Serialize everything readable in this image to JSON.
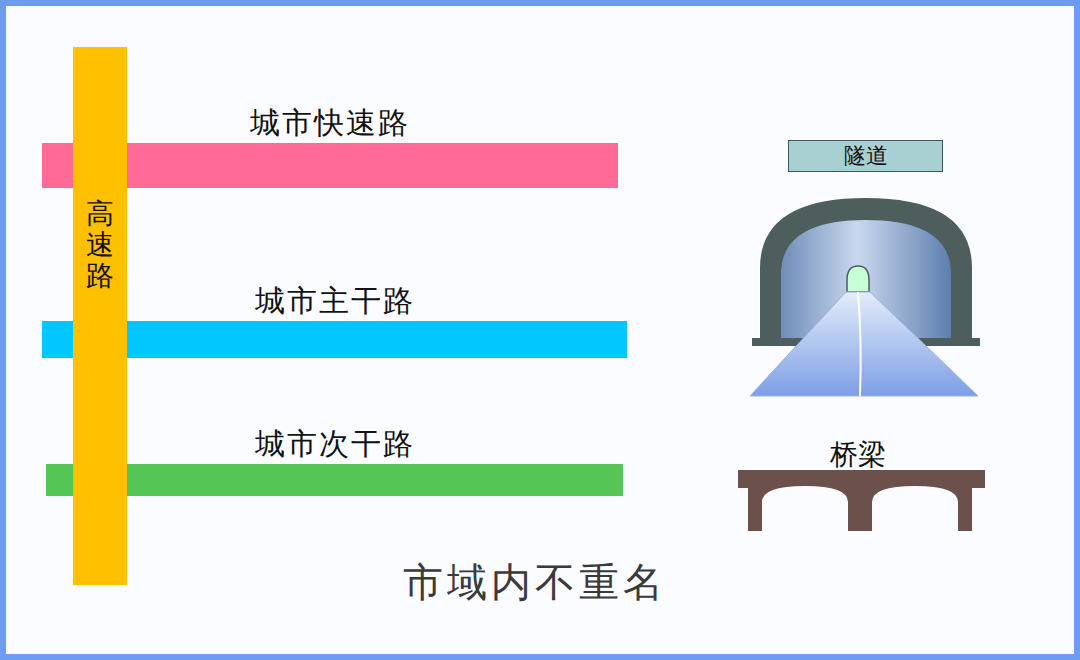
{
  "diagram": {
    "caption": "市域内不重名",
    "nodes": [
      {
        "text": [
          "高速路"
        ]
      },
      {
        "text": [
          "城市快速路"
        ]
      },
      {
        "text": [
          "城市主干路"
        ]
      },
      {
        "text": [
          "城市次干路"
        ]
      },
      {
        "text": [
          "隧道"
        ]
      }
    ],
    "labels": [
      "桥梁"
    ]
  }
}
